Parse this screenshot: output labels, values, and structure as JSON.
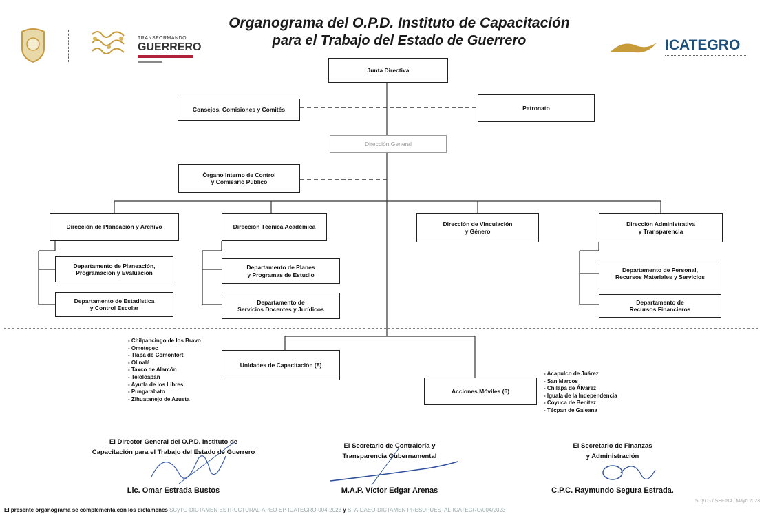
{
  "title": {
    "line1": "Organograma del O.P.D. Instituto de Capacitación",
    "line2": "para el Trabajo del Estado de Guerrero"
  },
  "logos": {
    "guerrero_top": "TRANSFORMANDO",
    "guerrero_main": "GUERRERO",
    "icategro": "ICATEGRO"
  },
  "colors": {
    "brand": "#1d4f7a",
    "accent": "#c79a3a",
    "guerrero_red": "#b0213a"
  },
  "org": {
    "junta": "Junta Directiva",
    "consejos": "Consejos, Comisiones y Comités",
    "patronato": "Patronato",
    "direccion_general": "Dirección General",
    "organo_control": "Órgano Interno de Control\ny Comisario Público",
    "dir_planeacion": "Dirección de Planeación y Archivo",
    "dir_tecnica": "Dirección Técnica Académica",
    "dir_vinculacion": "Dirección de Vinculación\ny Género",
    "dir_administrativa": "Dirección Administrativa\ny Transparencia",
    "dep_planeacion": "Departamento de Planeación,\nProgramación y Evaluación",
    "dep_estadistica": "Departamento de Estadística\ny Control Escolar",
    "dep_planes": "Departamento de Planes\ny Programas de Estudio",
    "dep_servicios": "Departamento de\nServicios Docentes y Jurídicos",
    "dep_personal": "Departamento de Personal,\nRecursos Materiales y Servicios",
    "dep_financieros": "Departamento de\nRecursos Financieros",
    "unidades": "Unidades de Capacitación (8)",
    "acciones": "Acciones Móviles (6)"
  },
  "unidades_list": [
    "- Chilpancingo de los Bravo",
    "- Ometepec",
    "- Tlapa de Comonfort",
    "- Olinalá",
    "- Taxco de Alarcón",
    "- Teloloapan",
    "- Ayutla de los Libres",
    "- Pungarabato",
    "- Zihuatanejo de Azueta"
  ],
  "acciones_list": [
    "- Acapulco de Juárez",
    "- San Marcos",
    "- Chilapa de Álvarez",
    "- Iguala de la Independencia",
    "- Coyuca de Benítez",
    "- Técpan de Galeana"
  ],
  "signatures": {
    "director_l1": "El Director General del O.P.D. Instituto de",
    "director_l2": "Capacitación para el Trabajo del Estado de Guerrero",
    "director_name": "Lic. Omar Estrada Bustos",
    "contraloria_l1": "El Secretario de Contraloría y",
    "contraloria_l2": "Transparencia Gubernamental",
    "contraloria_name": "M.A.P. Víctor Edgar Arenas",
    "finanzas_l1": "El Secretario de Finanzas",
    "finanzas_l2": "y Administración",
    "finanzas_name": "C.P.C. Raymundo Segura Estrada."
  },
  "footer": {
    "part1": "El presente organograma se complementa con los dictámenes",
    "part2": "SCyTG-DICTAMEN ESTRUCTURAL-APEO-SP-ICATEGRO-004-2023",
    "part3": "y",
    "part4": "SFA-DAEO-DICTAMEN PRESUPUESTAL-ICATEGRO/004/2023",
    "stamp": "SCyTG / SEFINA / Mayo 2023"
  }
}
